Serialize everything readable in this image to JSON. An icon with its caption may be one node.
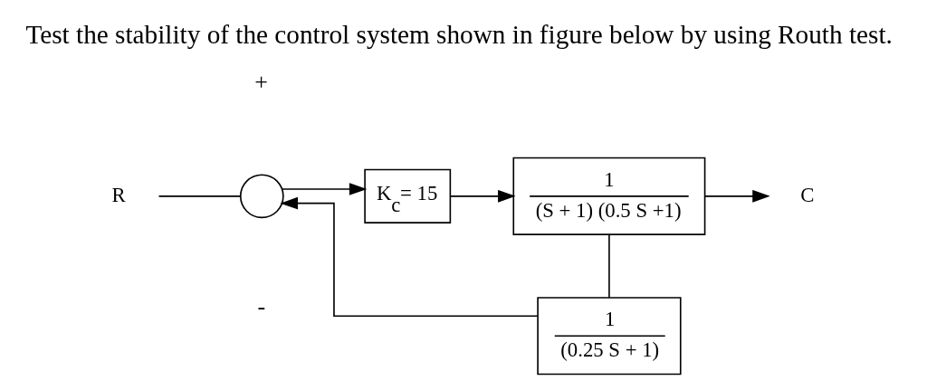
{
  "diagram": {
    "title": "Test the stability of the control system shown in figure below by using Routh test.",
    "nodes": [
      {
        "text": [
          "R"
        ]
      },
      {
        "text": [],
        "shape": "circle"
      },
      {
        "text": [
          "K$_{c}$= 15"
        ]
      },
      {
        "text": [
          "1",
          "(S + 1) (0.5 S +1)"
        ]
      },
      {
        "text": [
          "C"
        ]
      },
      {
        "text": [
          "1",
          "(0.25 S + 1)"
        ]
      }
    ],
    "edges": [
      {
        "from": 0,
        "to": 1,
        "arrow": "none"
      },
      {
        "from": 1,
        "to": 2,
        "arrow": "to"
      },
      {
        "from": 2,
        "to": 3,
        "arrow": "to"
      },
      {
        "from": 3,
        "to": 4,
        "arrow": "to"
      },
      {
        "from": 3,
        "to": 5,
        "arrow": "none"
      },
      {
        "from": 5,
        "to": 1,
        "arrow": "to"
      }
    ],
    "labels": [
      "+",
      "-"
    ]
  }
}
